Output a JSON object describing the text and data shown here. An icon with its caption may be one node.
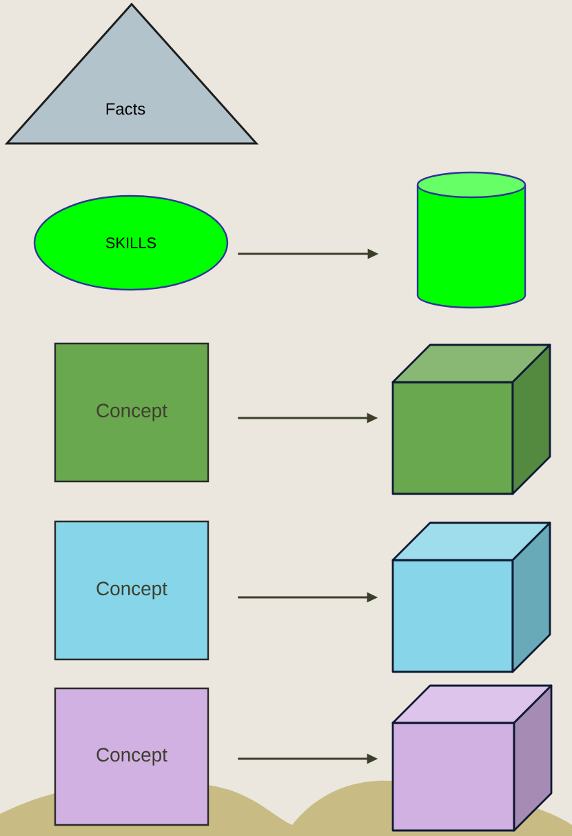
{
  "diagram": {
    "nodes": [
      {
        "text": [
          "Facts"
        ]
      },
      {
        "text": [
          "SKILLS"
        ]
      },
      {
        "text": [],
        "shape": "cylinder"
      },
      {
        "text": [
          "Concept"
        ]
      },
      {
        "text": [],
        "shape": "cube"
      },
      {
        "text": [
          "Concept"
        ]
      },
      {
        "text": [],
        "shape": "cube"
      },
      {
        "text": [
          "Concept"
        ]
      },
      {
        "text": [],
        "shape": "cube"
      }
    ],
    "edges": [
      {
        "from": 1,
        "to": 2,
        "arrow": "to"
      },
      {
        "from": 3,
        "to": 4,
        "arrow": "to"
      },
      {
        "from": 5,
        "to": 6,
        "arrow": "to"
      },
      {
        "from": 7,
        "to": 8,
        "arrow": "to"
      }
    ]
  }
}
